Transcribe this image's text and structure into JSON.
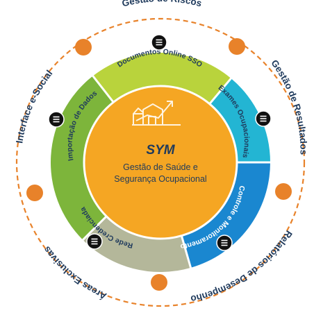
{
  "center": {
    "title": "SYM",
    "subtitle_line1": "Gestão de Saúde e",
    "subtitle_line2": "Segurança Ocupacional",
    "icon": "chart-growth-icon",
    "color": "#f5a623"
  },
  "segments": [
    {
      "label": "Documentos Online SSO",
      "color": "#b9d33c",
      "icon": "menu-icon"
    },
    {
      "label": "Exames Ocupacionais",
      "color": "#23b5d3",
      "icon": "menu-icon"
    },
    {
      "label": "Controle e Monitoramento",
      "color": "#1a87d0",
      "icon": "menu-icon"
    },
    {
      "label": "Rede Credenciada",
      "color": "#b4b79a",
      "icon": "menu-icon"
    },
    {
      "label": "Importação de Dados",
      "color": "#7db53b",
      "icon": "menu-icon"
    }
  ],
  "outer_labels": [
    {
      "label": "Gestão de Riscos"
    },
    {
      "label": "Gestão de Resultados"
    },
    {
      "label": "Relatórios de Desempenho"
    },
    {
      "label": "Áreas Exclusivas"
    },
    {
      "label": "Interface e-Social"
    }
  ],
  "colors": {
    "ring_dash": "#e8822a",
    "node": "#e8822a",
    "text": "#1f3a5c"
  }
}
